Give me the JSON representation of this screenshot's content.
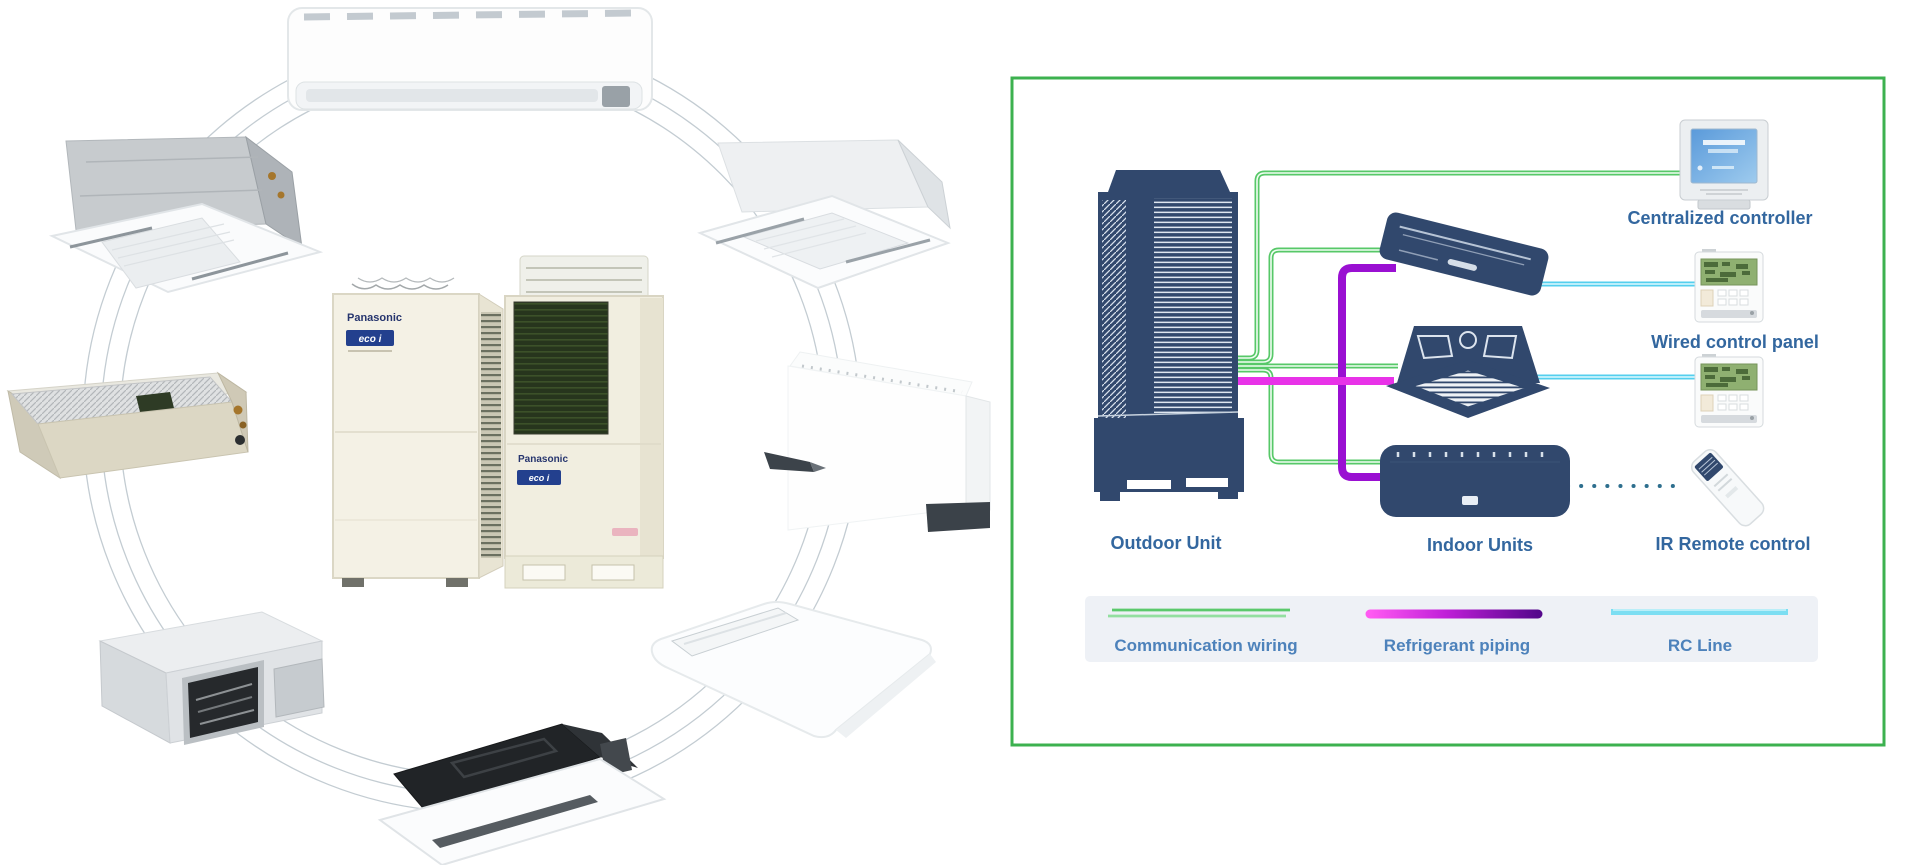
{
  "left_diagram": {
    "description": "circular lineup of indoor unit types around central outdoor units",
    "center_units": {
      "brand": "Panasonic",
      "badge": "eco i"
    },
    "unit_icons": [
      "wall-mounted-unit",
      "cassette-4way-left",
      "cassette-4way-right",
      "slim-duct-unit",
      "floor-console-unit",
      "high-static-duct-unit",
      "ceiling-suspended-unit",
      "one-way-cassette-unit"
    ]
  },
  "right_diagram": {
    "border_color": "#3cb14f",
    "labels": {
      "outdoor_unit": "Outdoor Unit",
      "indoor_units": "Indoor Units",
      "centralized_controller": "Centralized controller",
      "wired_control_panel": "Wired control panel",
      "ir_remote_control": "IR Remote control"
    },
    "legend": {
      "items": [
        {
          "label": "Communication wiring",
          "color": "#5bc96c"
        },
        {
          "label": "Refrigerant piping",
          "color": "#c01fd8"
        },
        {
          "label": "RC Line",
          "color": "#7cdef2"
        }
      ]
    },
    "colors": {
      "unit_silhouette": "#31486d",
      "label_text": "#33679f",
      "legend_text": "#4d82bb",
      "communication_wire": "#57c868",
      "refrigerant_trunk": "#e832e8",
      "refrigerant_branch": "#9a10d2",
      "rc_wire": "#55cfee",
      "ir_dots": "#2e6f8e",
      "legend_strip": "#eef1f6"
    }
  }
}
